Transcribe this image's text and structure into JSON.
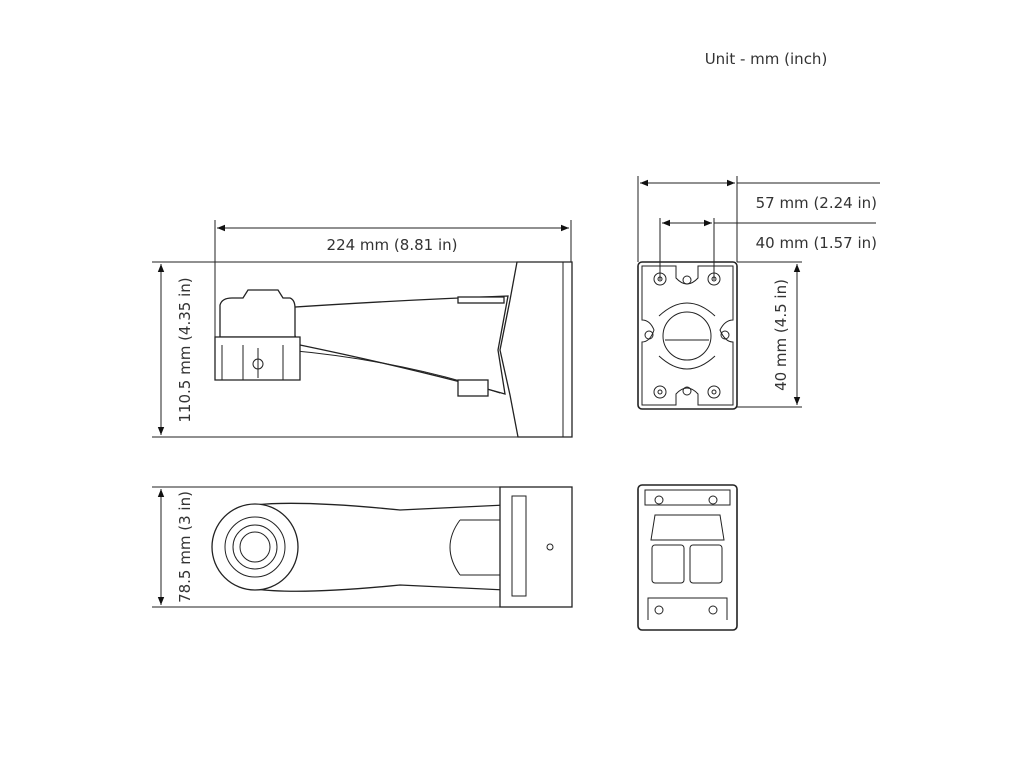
{
  "unit_label": "Unit - mm (inch)",
  "dimensions": {
    "side_length": "224 mm (8.81 in)",
    "side_height": "110.5 mm (4.35 in)",
    "bottom_width": "78.5 mm (3 in)",
    "plate_width": "57 mm (2.24 in)",
    "hole_spacing": "40 mm (1.57 in)",
    "plate_height": "40 mm (4.5 in)"
  }
}
